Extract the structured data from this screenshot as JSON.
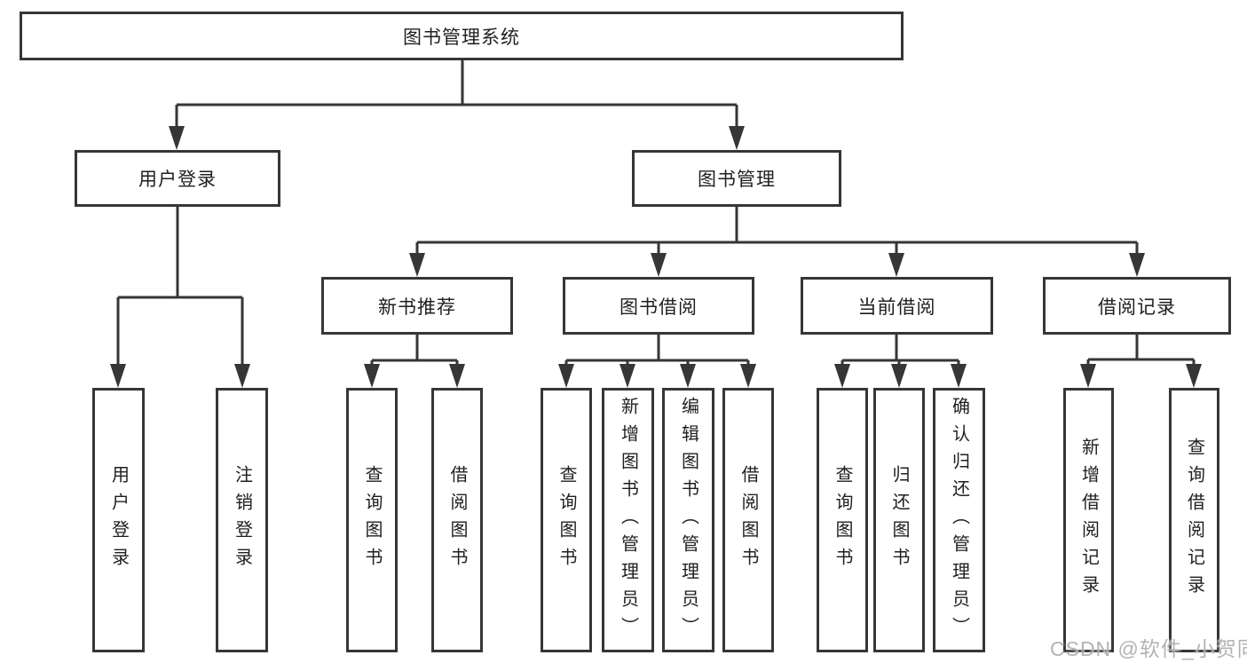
{
  "diagram": {
    "root": {
      "label": "图书管理系统"
    },
    "children": [
      {
        "label": "用户登录",
        "children": [
          {
            "label": "用户登录"
          },
          {
            "label": "注销登录"
          }
        ]
      },
      {
        "label": "图书管理",
        "children": [
          {
            "label": "新书推荐",
            "children": [
              {
                "label": "查询图书"
              },
              {
                "label": "借阅图书"
              }
            ]
          },
          {
            "label": "图书借阅",
            "children": [
              {
                "label": "查询图书"
              },
              {
                "label": "新增图书（管理员）"
              },
              {
                "label": "编辑图书（管理员）"
              },
              {
                "label": "借阅图书"
              }
            ]
          },
          {
            "label": "当前借阅",
            "children": [
              {
                "label": "查询图书"
              },
              {
                "label": "归还图书"
              },
              {
                "label": "确认归还（管理员）"
              }
            ]
          },
          {
            "label": "借阅记录",
            "children": [
              {
                "label": "新增借阅记录"
              },
              {
                "label": "查询借阅记录"
              }
            ]
          }
        ]
      }
    ]
  },
  "colors": {
    "line": "#363636",
    "box_border": "#363636",
    "background": "#ffffff",
    "watermark": "#adadad"
  },
  "watermark": {
    "text": "CSDN @软件_小贺同学"
  }
}
